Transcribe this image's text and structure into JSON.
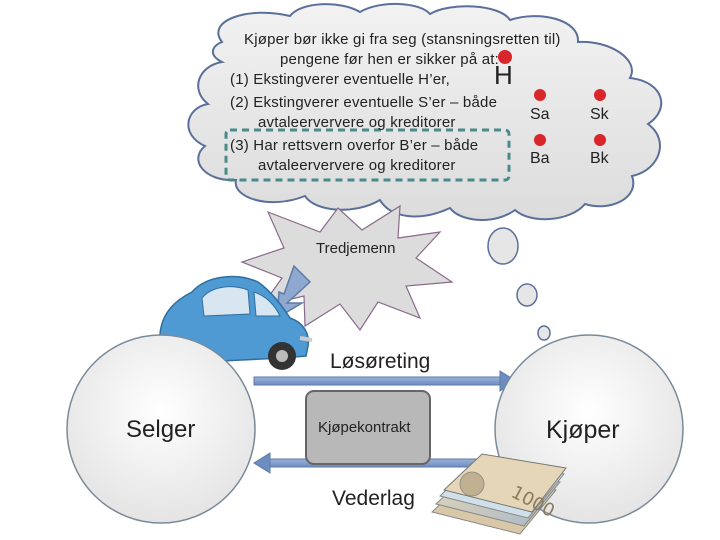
{
  "cloud": {
    "intro_1": "Kjøper bør ikke gi fra seg (stansningsretten til)",
    "intro_2": "pengene før hen er sikker på at:",
    "item_1": "(1) Ekstingverer eventuelle H’er,",
    "item_2a": "(2) Ekstingverer eventuelle S’er – både",
    "item_2b": "avtaleerververe og kreditorer",
    "item_3a": "(3) Har rettsvern overfor B’er – både",
    "item_3b": "avtaleerververe og kreditorer"
  },
  "badges": {
    "h": "H",
    "sa": "Sa",
    "sk": "Sk",
    "ba": "Ba",
    "bk": "Bk"
  },
  "third_party": "Tredjemenn",
  "parties": {
    "seller": "Selger",
    "buyer": "Kjøper"
  },
  "flows": {
    "top": "Løsøreting",
    "contract": "Kjøpekontrakt",
    "bottom": "Vederlag"
  },
  "colors": {
    "cloud_fill": "#e8e8e8",
    "cloud_stroke": "#5a6f9a",
    "badge_red": "#d9262b",
    "arrow_blue": "#7f9cc8",
    "car_blue": "#4f9ad3",
    "highlight_border": "#4a8a8a",
    "starburst_fill": "#dcdcdc"
  },
  "icons": [
    "car-illustration",
    "banknotes-illustration",
    "callout-arrow"
  ]
}
